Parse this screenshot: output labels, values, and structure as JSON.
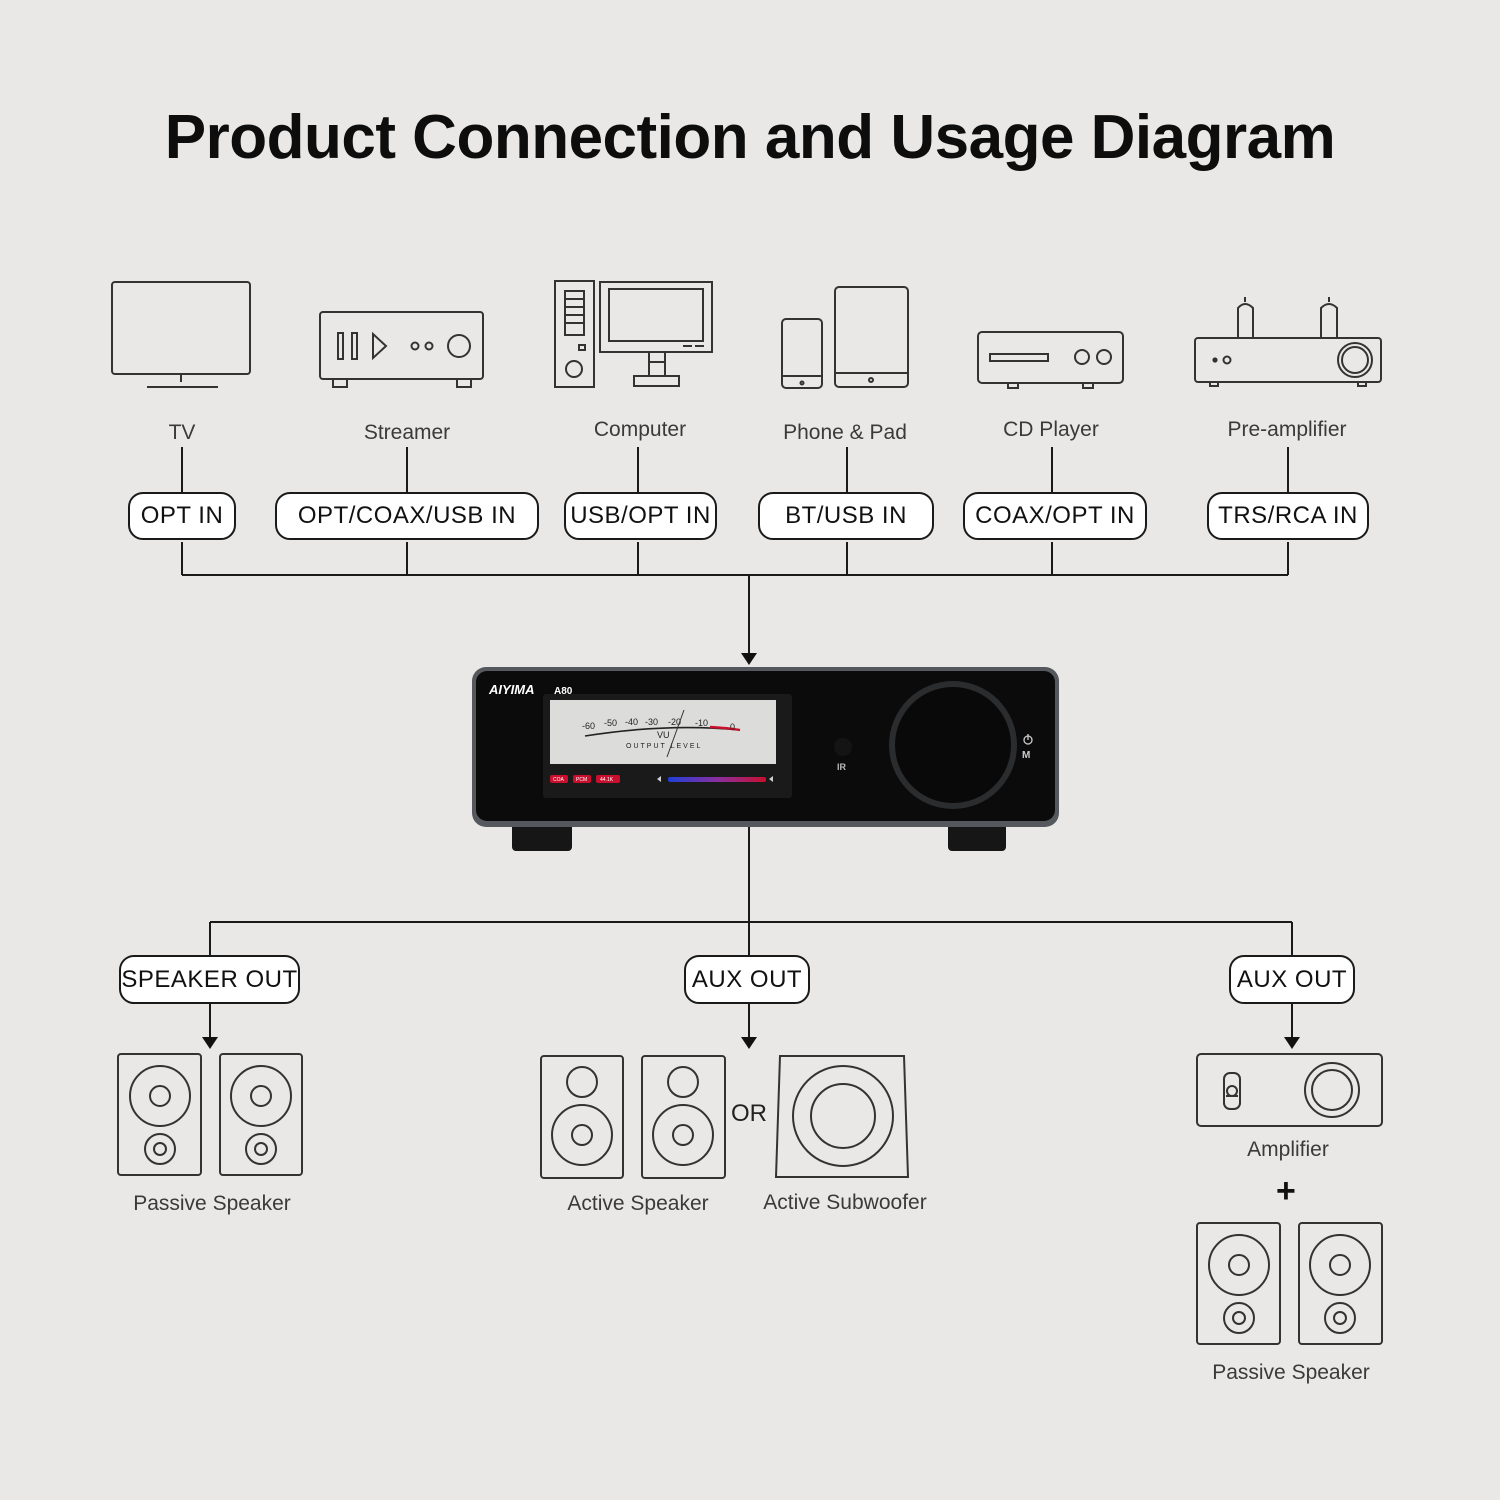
{
  "title": "Product Connection and Usage Diagram",
  "sources": [
    {
      "device": "TV",
      "port": "OPT IN",
      "icon": "tv-icon"
    },
    {
      "device": "Streamer",
      "port": "OPT/COAX/USB IN",
      "icon": "streamer-icon"
    },
    {
      "device": "Computer",
      "port": "USB/OPT IN",
      "icon": "computer-icon"
    },
    {
      "device": "Phone & Pad",
      "port": "BT/USB IN",
      "icon": "phone-pad-icon"
    },
    {
      "device": "CD Player",
      "port": "COAX/OPT IN",
      "icon": "cd-player-icon"
    },
    {
      "device": "Pre-amplifier",
      "port": "TRS/RCA IN",
      "icon": "preamplifier-icon"
    }
  ],
  "amplifier": {
    "brand": "AIYIMA",
    "model": "A80",
    "vu_scale": [
      "-60",
      "-50",
      "-40",
      "-30",
      "-20",
      "-10",
      "0"
    ],
    "vu_label": "VU",
    "vu_caption": "OUTPUT LEVEL",
    "status_badges": [
      "COA",
      "PCM",
      "44.1K"
    ],
    "ir_label": "IR",
    "button_label": "M"
  },
  "outputs": [
    {
      "port": "SPEAKER OUT",
      "devices": [
        "Passive Speaker"
      ]
    },
    {
      "port": "AUX OUT",
      "devices": [
        "Active Speaker",
        "Active Subwoofer"
      ],
      "joiner": "OR"
    },
    {
      "port": "AUX OUT",
      "devices": [
        "Amplifier",
        "Passive Speaker"
      ],
      "joiner": "+"
    }
  ],
  "colors": {
    "background": "#e9e8e6",
    "line": "#1a1a1a",
    "amp_body": "#111111",
    "vu_red": "#c8102e",
    "vu_blue": "#1f3fd8"
  }
}
